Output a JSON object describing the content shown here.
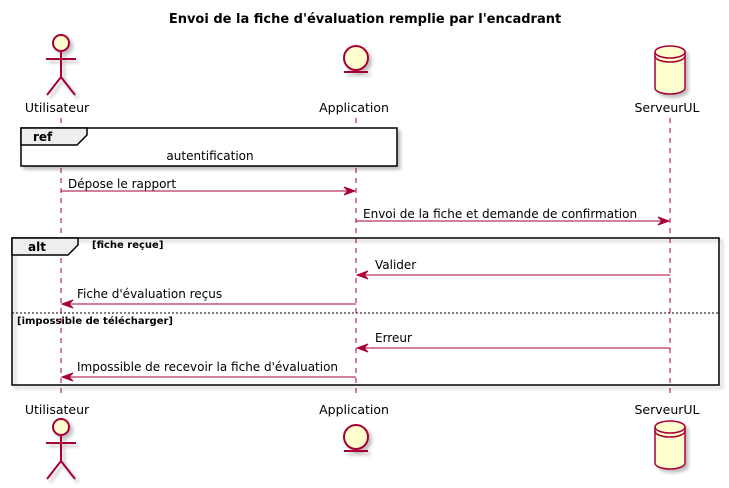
{
  "title": "Envoi de la fiche d'évaluation remplie par l'encadrant",
  "participants": {
    "user": {
      "label": "Utilisateur",
      "kind": "actor"
    },
    "app": {
      "label": "Application",
      "kind": "entity"
    },
    "server": {
      "label": "ServeurUL",
      "kind": "database"
    }
  },
  "ref_frame": {
    "tag": "ref",
    "label": "autentification"
  },
  "messages": {
    "depose": "Dépose le rapport",
    "envoi": "Envoi de la fiche et demande de confirmation"
  },
  "alt_frame": {
    "tag": "alt",
    "guard1": "[fiche reçue]",
    "guard2": "[impossible de télécharger]",
    "valider": "Valider",
    "fiche_recus": "Fiche d'évaluation reçus",
    "erreur": "Erreur",
    "impossible": "Impossible de recevoir la fiche d'évaluation"
  },
  "colors": {
    "stroke": "#A80036",
    "fill": "#FEFECE",
    "frame_tag_fill": "#EEEEEE"
  }
}
